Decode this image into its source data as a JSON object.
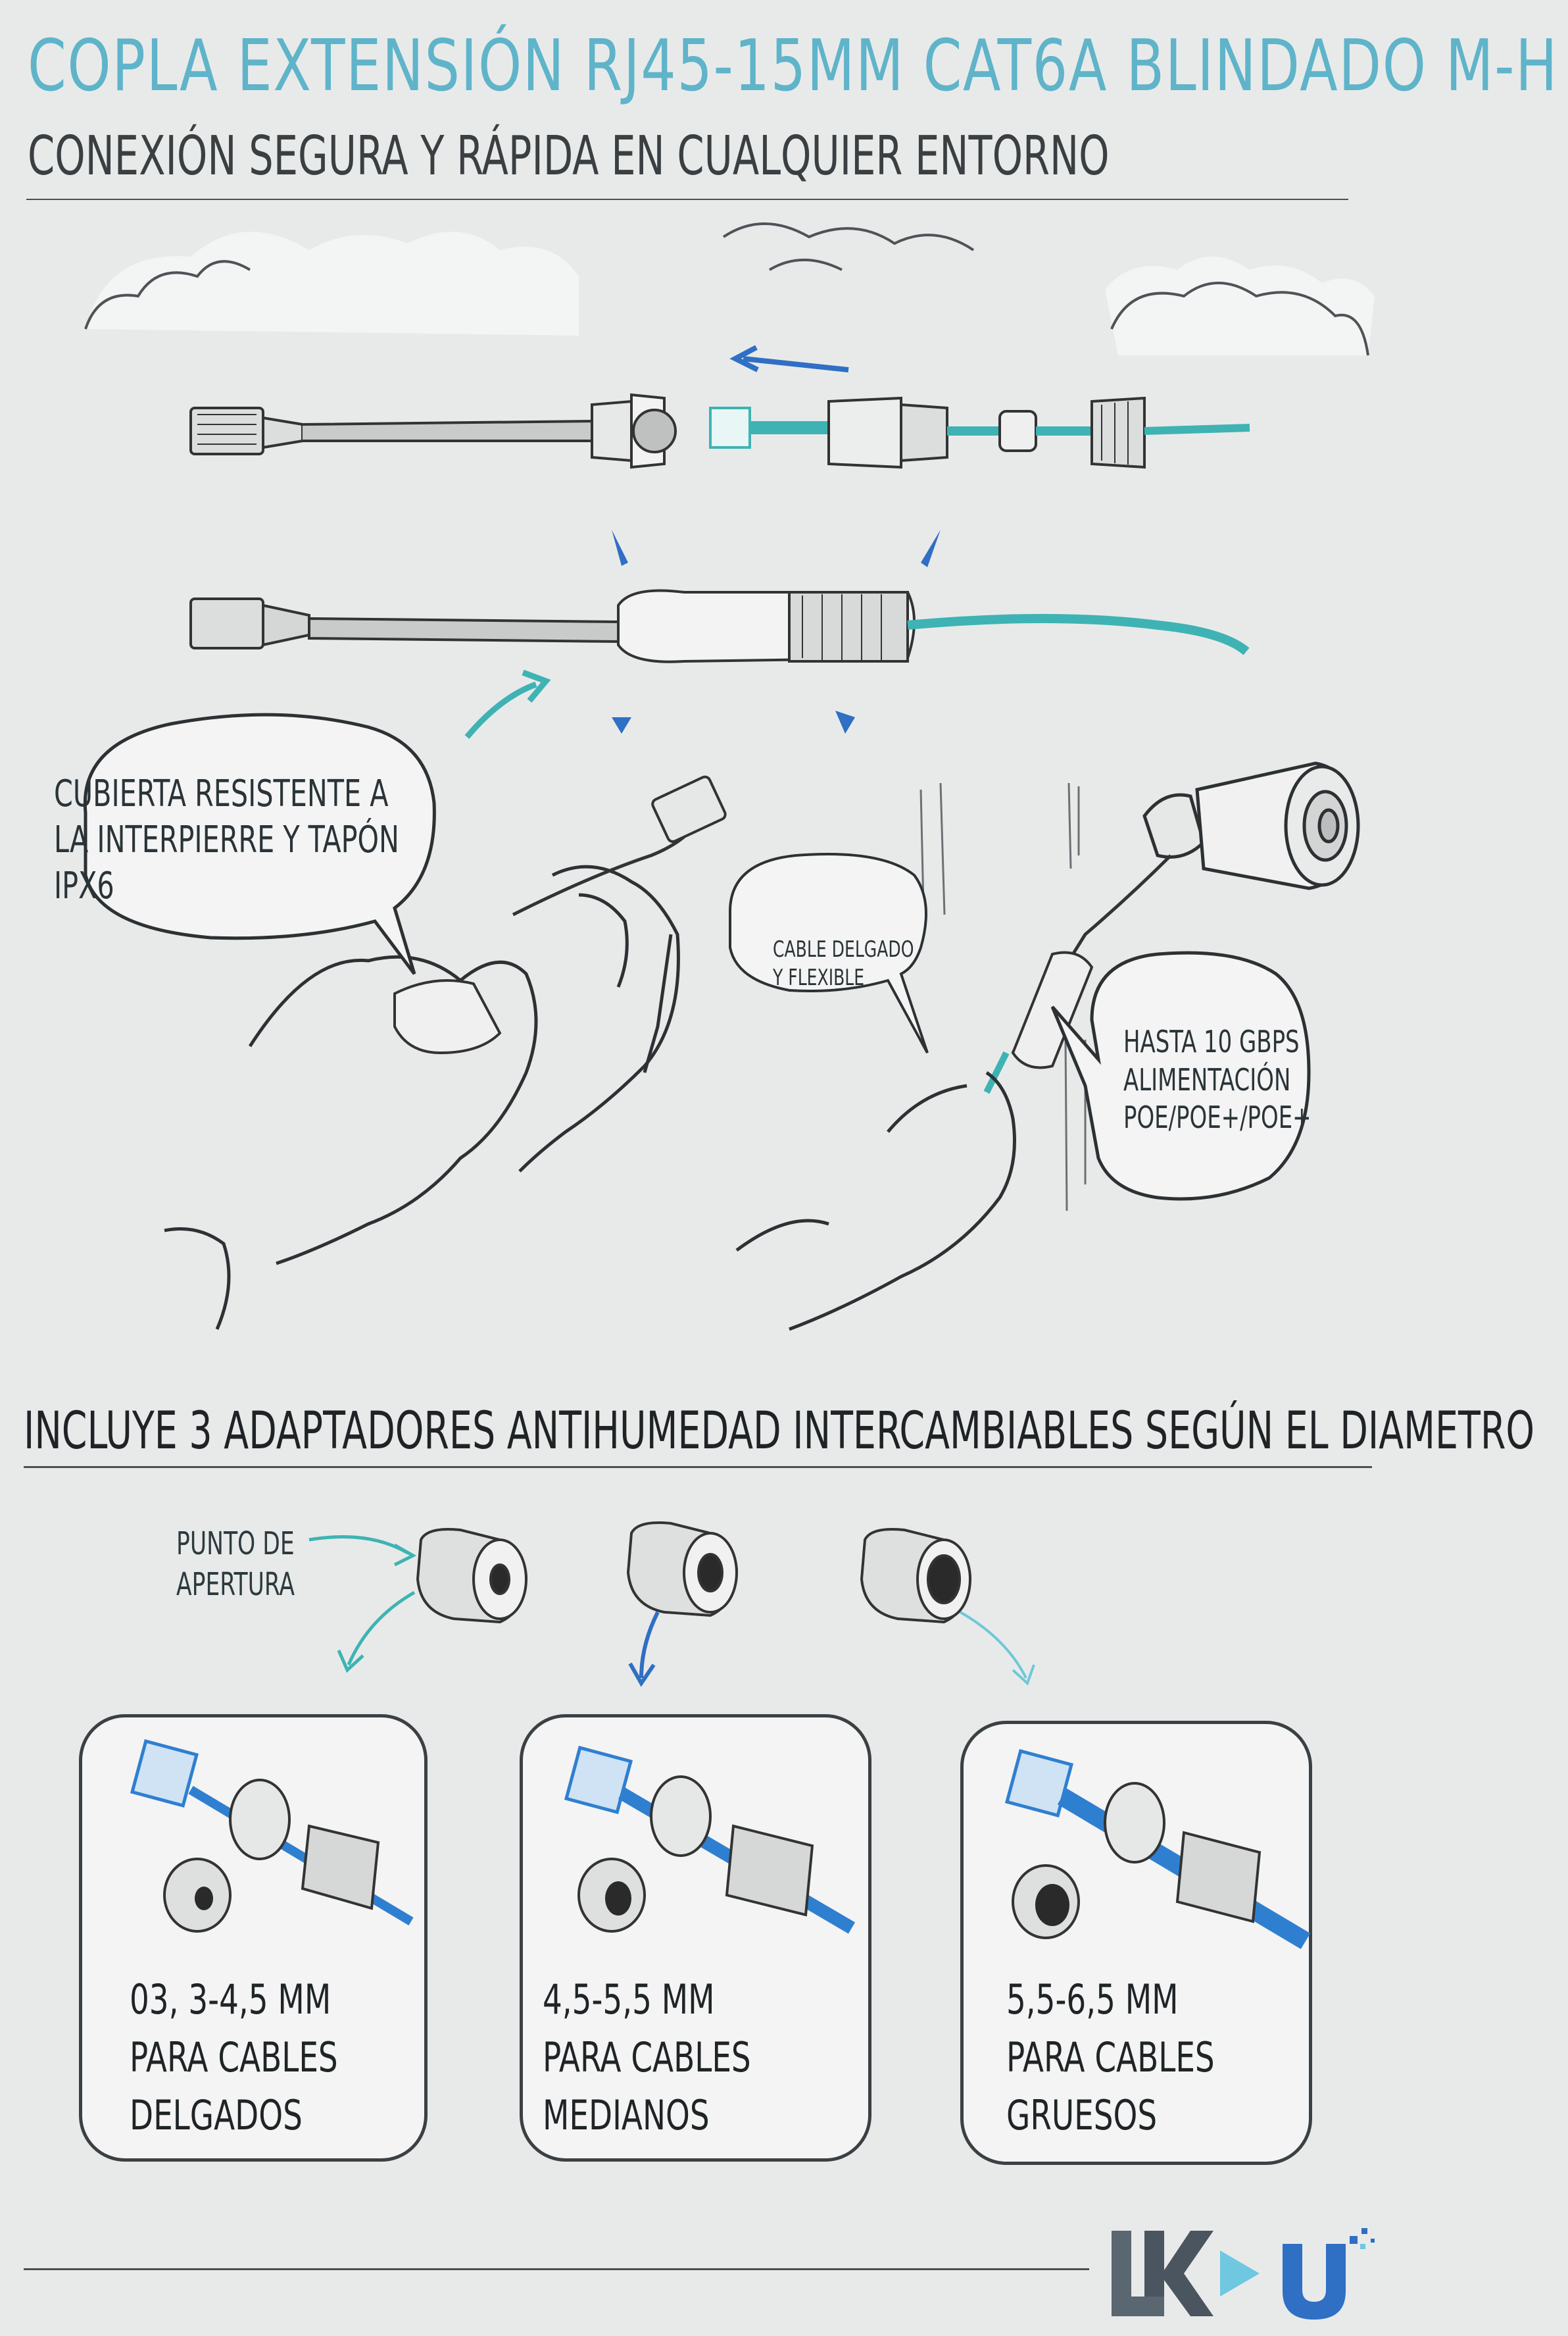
{
  "header": {
    "title": "COPLA EXTENSIÓN RJ45-15MM CAT6A BLINDADO M-H",
    "subtitle": "CONEXIÓN SEGURA Y RÁPIDA EN CUALQUIER ENTORNO"
  },
  "callouts": {
    "cover": [
      "CUBIERTA RESISTENTE A",
      "LA INTERPIERRE Y TAPÓN",
      "IPX6"
    ],
    "cable": [
      "CABLE DELGADO",
      "Y FLEXIBLE"
    ],
    "speed": [
      "HASTA 10 GBPS",
      "ALIMENTACIÓN",
      "POE/POE+/POE+"
    ]
  },
  "adapters": {
    "heading": "INCLUYE 3 ADAPTADORES ANTIHUMEDAD INTERCAMBIABLES SEGÚN EL DIAMETRO",
    "pointer_label": [
      "PUNTO DE",
      "APERTURA"
    ],
    "cards": [
      {
        "lines": [
          "03, 3-4,5 MM",
          "PARA CABLES",
          "DELGADOS"
        ]
      },
      {
        "lines": [
          "4,5-5,5 MM",
          "PARA CABLES",
          "MEDIANOS"
        ]
      },
      {
        "lines": [
          "5,5-6,5 MM",
          "PARA CABLES",
          "GRUESOS"
        ]
      }
    ]
  },
  "logo": {
    "icon": "lk-u-brand-logo"
  },
  "colors": {
    "title": "#5fb4c9",
    "teal_cable": "#3fb3b3",
    "blue_cable": "#2f7fd0",
    "ink": "#2d3a3e"
  }
}
